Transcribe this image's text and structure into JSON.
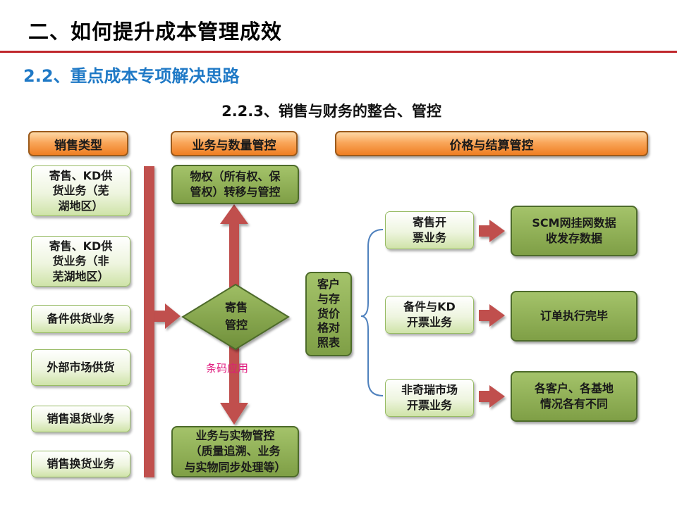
{
  "header": {
    "main_title": "二、如何提升成本管理成效",
    "section_title": "2.2、重点成本专项解决思路",
    "sub_title": "2.2.3、销售与财务的整合、管控"
  },
  "columns": {
    "sales_type": "销售类型",
    "business_quantity": "业务与数量管控",
    "price_settlement": "价格与结算管控"
  },
  "sales_types": [
    "寄售、KD供\n货业务（芜\n湖地区）",
    "寄售、KD供\n货业务（非\n芜湖地区）",
    "备件供货业务",
    "外部市场供货",
    "销售退货业务",
    "销售换货业务"
  ],
  "business": {
    "top_box": "物权（所有权、保\n管权）转移与管控",
    "diamond": "寄售\n管控",
    "barcode_label": "条码应用",
    "bottom_box": "业务与实物管控\n（质量追溯、业务\n与实物同步处理等）"
  },
  "price_table": "客户\n与存\n货价\n格对\n照表",
  "invoicing": [
    {
      "type": "寄售开\n票业务",
      "result": "SCM网挂网数据\n收发存数据"
    },
    {
      "type": "备件与KD\n开票业务",
      "result": "订单执行完毕"
    },
    {
      "type": "非奇瑞市场\n开票业务",
      "result": "各客户、各基地\n情况各有不同"
    }
  ],
  "colors": {
    "accent_red": "#c0282d",
    "section_blue": "#1f79c6",
    "arrow_red": "#c0504d",
    "diamond_green": "#7f9f46",
    "barcode_pink": "#e0187d"
  }
}
